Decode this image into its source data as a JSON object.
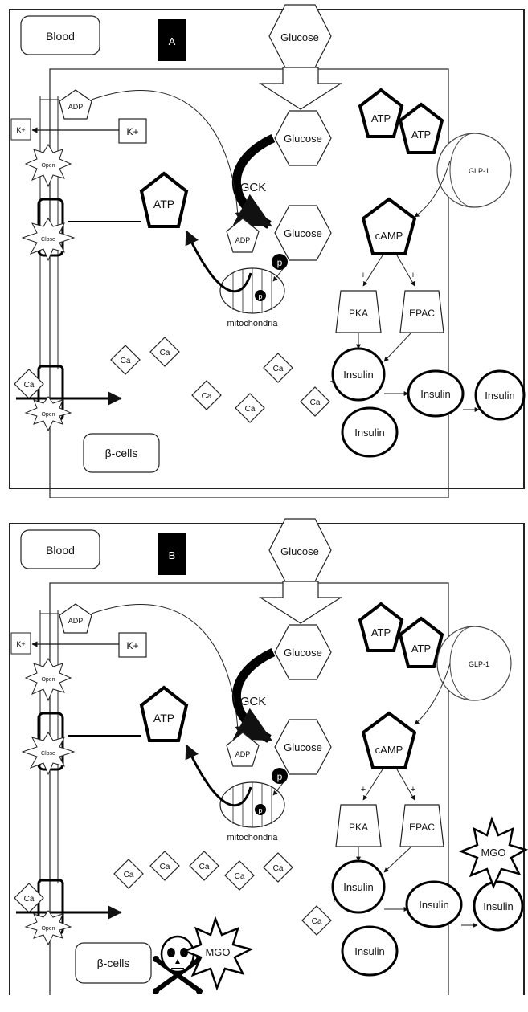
{
  "panels": [
    {
      "id": "A",
      "blood": "Blood",
      "panel_letter": "A",
      "beta_cells": "β-cells",
      "glucose_outside": "Glucose",
      "glucose_inside": "Glucose",
      "glucose_p": "Glucose",
      "gck": "GCK",
      "atp_left": "ATP",
      "adp_mito": "ADP",
      "adp_top": "ADP",
      "k_in": "K+",
      "k_out": "K+",
      "mitochondria": "mitochondria",
      "p": "p",
      "atp_r1": "ATP",
      "atp_r2": "ATP",
      "glp1": "GLP-1",
      "camp": "cAMP",
      "pka": "PKA",
      "epac": "EPAC",
      "insulin_main": "Insulin",
      "insulin_low": "Insulin",
      "insulin_mid": "Insulin",
      "insulin_out": "Insulin",
      "ca": "Ca",
      "open": "Open",
      "close": "Close",
      "plus": "+"
    },
    {
      "id": "B",
      "blood": "Blood",
      "panel_letter": "B",
      "beta_cells": "β-cells",
      "glucose_outside": "Glucose",
      "glucose_inside": "Glucose",
      "glucose_p": "Glucose",
      "gck": "GCK",
      "atp_left": "ATP",
      "adp_mito": "ADP",
      "adp_top": "ADP",
      "k_in": "K+",
      "k_out": "K+",
      "mitochondria": "mitochondria",
      "p": "p",
      "atp_r1": "ATP",
      "atp_r2": "ATP",
      "glp1": "GLP-1",
      "camp": "cAMP",
      "pka": "PKA",
      "epac": "EPAC",
      "insulin_main": "Insulin",
      "insulin_low": "Insulin",
      "insulin_mid": "Insulin",
      "insulin_out": "Insulin",
      "ca": "Ca",
      "open": "Open",
      "close": "Close",
      "plus": "+",
      "mgo": "MGO"
    }
  ]
}
